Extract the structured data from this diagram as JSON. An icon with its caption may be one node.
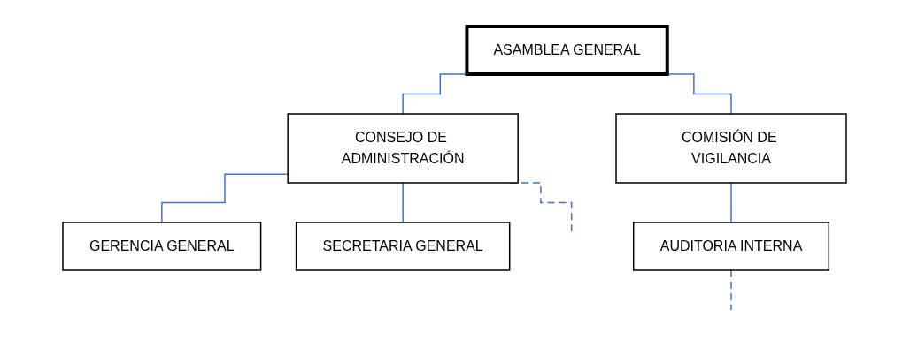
{
  "diagram": {
    "nodes": [
      {
        "text": [
          "ASAMBLEA GENERAL"
        ]
      },
      {
        "text": [
          "CONSEJO DE ADMINISTRACIÓN"
        ]
      },
      {
        "text": [
          "COMISIÓN DE VIGILANCIA"
        ]
      },
      {
        "text": [
          "GERENCIA GENERAL"
        ]
      },
      {
        "text": [
          "SECRETARIA GENERAL"
        ]
      },
      {
        "text": [
          "AUDITORIA INTERNA"
        ]
      }
    ],
    "edges": [
      {
        "from": 0,
        "to": 1,
        "arrow": "none"
      },
      {
        "from": 0,
        "to": 2,
        "arrow": "none"
      },
      {
        "from": 1,
        "to": 3,
        "arrow": "none"
      },
      {
        "from": 1,
        "to": 4,
        "arrow": "none"
      },
      {
        "from": 2,
        "to": 5,
        "arrow": "none"
      },
      {
        "from": 1,
        "to": null,
        "arrow": "none",
        "style": "dashed"
      },
      {
        "from": 5,
        "to": null,
        "arrow": "none",
        "style": "dashed"
      }
    ]
  }
}
